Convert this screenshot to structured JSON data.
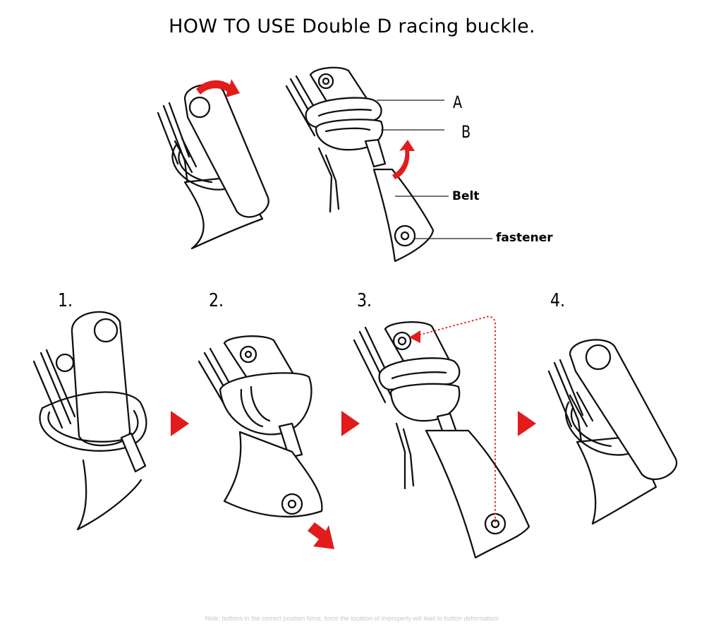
{
  "title": "HOW TO USE Double D racing buckle.",
  "labels": {
    "a": "A",
    "b": "B",
    "belt": "Belt",
    "fastener": "fastener"
  },
  "steps": [
    "1.",
    "2.",
    "3.",
    "4."
  ],
  "note": "Note: buttons in the correct position force, force the location of improperly will lead to button deformation!",
  "colors": {
    "accent": "#e21b1b",
    "line": "#111111"
  }
}
